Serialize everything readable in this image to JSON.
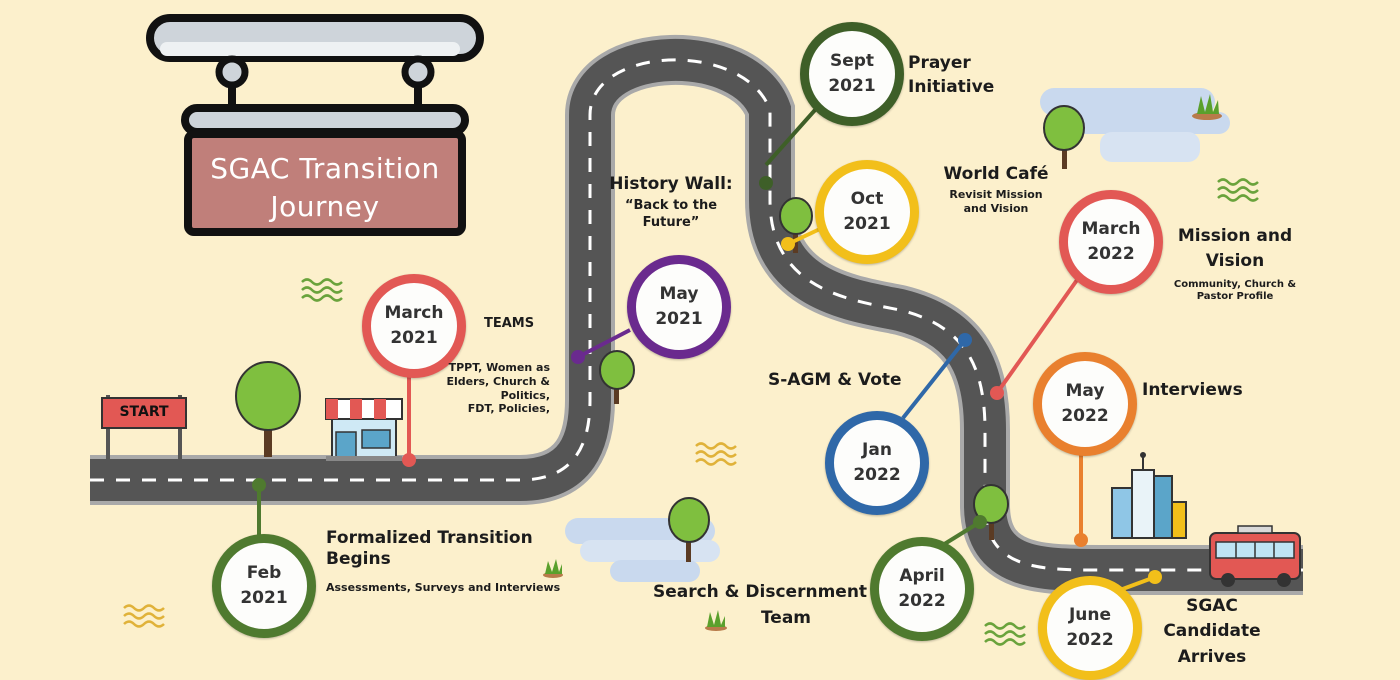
{
  "colors": {
    "background": "#fcf0cc",
    "road": "#555555",
    "road_edge": "#a9a9a9",
    "sign_board": "#c07f7a",
    "green": "#4f7a2f",
    "red": "#e25854",
    "purple": "#6a2a8e",
    "yellow": "#f2bf1a",
    "blue": "#2f68a8",
    "orange": "#e9802e",
    "dark_green": "#3e5f28"
  },
  "sign": {
    "line1": "SGAC Transition",
    "line2": "Journey"
  },
  "start_label": "START",
  "milestones": [
    {
      "id": "feb-2021",
      "month": "Feb",
      "year": "2021",
      "color": "green"
    },
    {
      "id": "march-2021",
      "month": "March",
      "year": "2021",
      "color": "red"
    },
    {
      "id": "may-2021",
      "month": "May",
      "year": "2021",
      "color": "purple"
    },
    {
      "id": "sept-2021",
      "month": "Sept",
      "year": "2021",
      "color": "dark_green"
    },
    {
      "id": "oct-2021",
      "month": "Oct",
      "year": "2021",
      "color": "yellow"
    },
    {
      "id": "jan-2022",
      "month": "Jan",
      "year": "2022",
      "color": "blue"
    },
    {
      "id": "march-2022",
      "month": "March",
      "year": "2022",
      "color": "red"
    },
    {
      "id": "april-2022",
      "month": "April",
      "year": "2022",
      "color": "green"
    },
    {
      "id": "may-2022",
      "month": "May",
      "year": "2022",
      "color": "orange"
    },
    {
      "id": "june-2022",
      "month": "June",
      "year": "2022",
      "color": "yellow"
    }
  ],
  "events": {
    "formalized": {
      "title_l1": "Formalized Transition",
      "title_l2": "Begins",
      "sub": "Assessments, Surveys and Interviews"
    },
    "teams": {
      "title": "TEAMS",
      "sub_l1": "TPPT, Women as",
      "sub_l2": "Elders, Church &",
      "sub_l3": "Politics,",
      "sub_l4": "FDT, Policies,"
    },
    "history_wall": {
      "title": "History Wall:",
      "sub_l1": "“Back to the",
      "sub_l2": "Future”"
    },
    "search": {
      "line1": "Search & Discernment",
      "line2": "Team"
    },
    "prayer": {
      "line1": "Prayer",
      "line2": "Initiative"
    },
    "world_cafe": {
      "title": "World Café",
      "sub_l1": "Revisit Mission",
      "sub_l2": "and Vision"
    },
    "sagm": {
      "title": "S-AGM & Vote"
    },
    "mission_vision": {
      "title_l1": "Mission and",
      "title_l2": "Vision",
      "sub_l1": "Community, Church &",
      "sub_l2": "Pastor Profile"
    },
    "interviews": {
      "title": "Interviews"
    },
    "candidate": {
      "line1": "SGAC",
      "line2": "Candidate",
      "line3": "Arrives"
    }
  }
}
